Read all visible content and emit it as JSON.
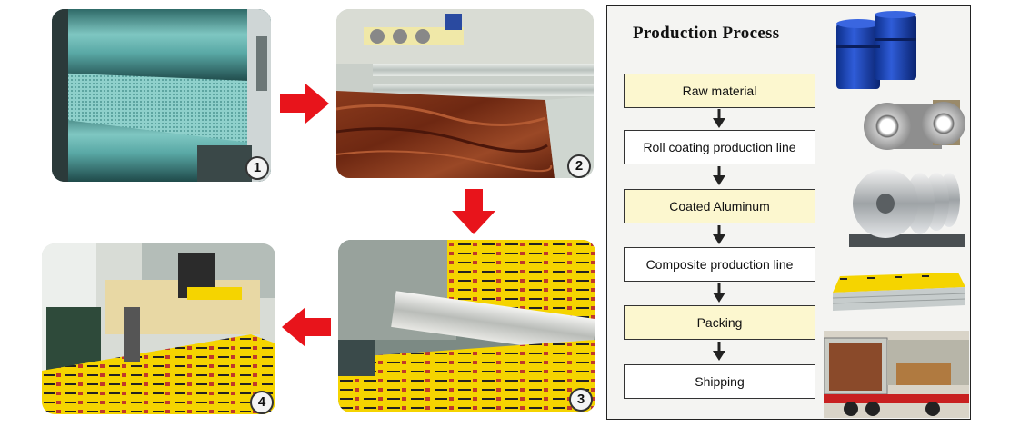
{
  "panel": {
    "title": "Production Process",
    "steps": [
      {
        "label": "Raw material",
        "highlight": true
      },
      {
        "label": "Roll coating production line",
        "highlight": false
      },
      {
        "label": "Coated Aluminum",
        "highlight": true
      },
      {
        "label": "Composite production line",
        "highlight": false
      },
      {
        "label": "Packing",
        "highlight": true
      },
      {
        "label": "Shipping",
        "highlight": false
      }
    ],
    "thumbnails": [
      "blue-drums-photo",
      "aluminum-coils-photo",
      "aluminum-rolls-photo",
      "panel-stack-photo",
      "container-truck-photo"
    ]
  },
  "photos": {
    "step1_number": "1",
    "step2_number": "2",
    "step3_number": "3",
    "step4_number": "4"
  },
  "colors": {
    "arrow": "#e8141b",
    "highlight_box": "#fcf7cf",
    "yellow_film": "#f5d400",
    "wood": "#7a2e16"
  }
}
